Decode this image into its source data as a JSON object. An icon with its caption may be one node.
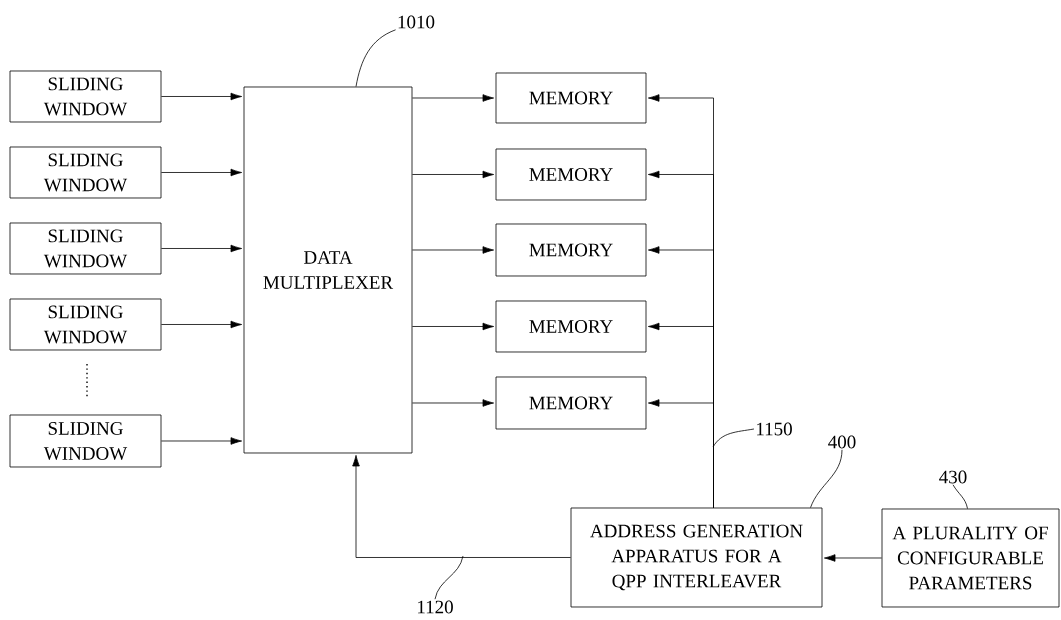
{
  "diagram": {
    "nodes": [
      {
        "text": [
          "SLIDING WINDOW"
        ]
      },
      {
        "text": [
          "SLIDING WINDOW"
        ]
      },
      {
        "text": [
          "SLIDING WINDOW"
        ]
      },
      {
        "text": [
          "SLIDING WINDOW"
        ]
      },
      {
        "text": [
          "SLIDING WINDOW"
        ]
      },
      {
        "text": [
          "DATA MULTIPLEXER"
        ]
      },
      {
        "text": [
          "MEMORY"
        ]
      },
      {
        "text": [
          "MEMORY"
        ]
      },
      {
        "text": [
          "MEMORY"
        ]
      },
      {
        "text": [
          "MEMORY"
        ]
      },
      {
        "text": [
          "MEMORY"
        ]
      },
      {
        "text": [
          "ADDRESS GENERATION APPARATUS FOR A QPP INTERLEAVER"
        ]
      },
      {
        "text": [
          "A PLURALITY OF CONFIGURABLE PARAMETERS"
        ]
      },
      {
        "text": [
          "1010"
        ]
      },
      {
        "text": [
          "1150"
        ]
      },
      {
        "text": [
          "400"
        ]
      },
      {
        "text": [
          "430"
        ]
      },
      {
        "text": [
          "1120"
        ]
      }
    ],
    "edges": [
      {
        "from": 0,
        "to": 5,
        "arrow": "to"
      },
      {
        "from": 1,
        "to": 5,
        "arrow": "to"
      },
      {
        "from": 2,
        "to": 5,
        "arrow": "to"
      },
      {
        "from": 3,
        "to": 5,
        "arrow": "to"
      },
      {
        "from": 4,
        "to": 5,
        "arrow": "to"
      },
      {
        "from": 5,
        "to": 6,
        "arrow": "to"
      },
      {
        "from": 5,
        "to": 7,
        "arrow": "to"
      },
      {
        "from": 5,
        "to": 8,
        "arrow": "to"
      },
      {
        "from": 5,
        "to": 9,
        "arrow": "to"
      },
      {
        "from": 5,
        "to": 10,
        "arrow": "to"
      },
      {
        "from": 11,
        "to": 6,
        "arrow": "to"
      },
      {
        "from": 11,
        "to": 7,
        "arrow": "to"
      },
      {
        "from": 11,
        "to": 8,
        "arrow": "to"
      },
      {
        "from": 11,
        "to": 9,
        "arrow": "to"
      },
      {
        "from": 11,
        "to": 10,
        "arrow": "to"
      },
      {
        "from": 11,
        "to": 5,
        "arrow": "to"
      },
      {
        "from": 12,
        "to": 11,
        "arrow": "to"
      },
      {
        "from": 13,
        "to": 5,
        "arrow": "none"
      },
      {
        "from": 14,
        "to": null,
        "arrow": "none"
      },
      {
        "from": 15,
        "to": 11,
        "arrow": "none"
      },
      {
        "from": 16,
        "to": 12,
        "arrow": "none"
      },
      {
        "from": 17,
        "to": null,
        "arrow": "none"
      }
    ]
  }
}
